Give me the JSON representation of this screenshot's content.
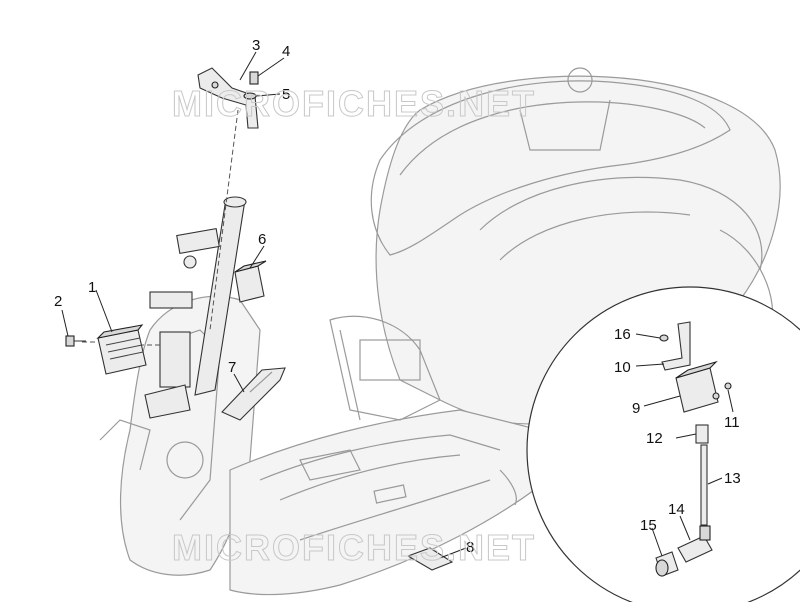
{
  "watermarks": [
    "MICROFICHES.NET",
    "MICROFICHES.NET"
  ],
  "callouts": [
    {
      "id": "1",
      "label": "1"
    },
    {
      "id": "2",
      "label": "2"
    },
    {
      "id": "3",
      "label": "3"
    },
    {
      "id": "4",
      "label": "4"
    },
    {
      "id": "5",
      "label": "5"
    },
    {
      "id": "6",
      "label": "6"
    },
    {
      "id": "7",
      "label": "7"
    },
    {
      "id": "8",
      "label": "8"
    },
    {
      "id": "9",
      "label": "9"
    },
    {
      "id": "10",
      "label": "10"
    },
    {
      "id": "11",
      "label": "11"
    },
    {
      "id": "12",
      "label": "12"
    },
    {
      "id": "13",
      "label": "13"
    },
    {
      "id": "14",
      "label": "14"
    },
    {
      "id": "15",
      "label": "15"
    },
    {
      "id": "16",
      "label": "16"
    }
  ]
}
